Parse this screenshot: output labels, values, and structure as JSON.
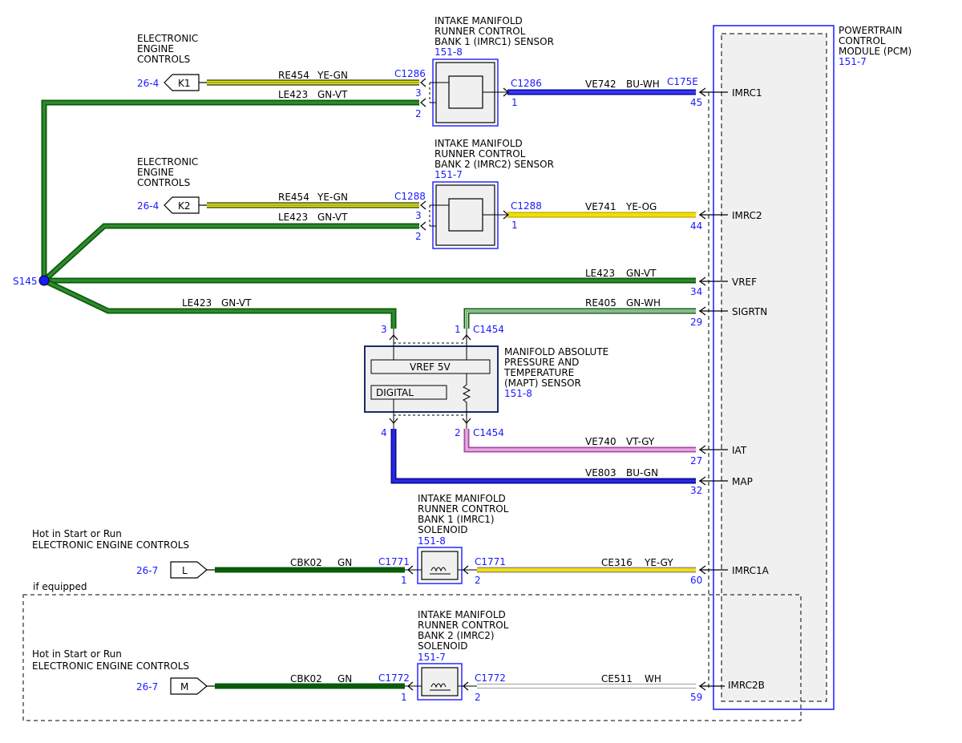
{
  "colors": {
    "green": "#1e7a1e",
    "green_dark": "#0b5a0b",
    "yellow": "#f0e000",
    "blue": "#1a1aff",
    "wire_blue": "#1414c8",
    "violet": "#d070c8",
    "white_wire": "#c8c8c8",
    "pcm_fill": "#f0f0f0"
  },
  "pcm": {
    "title": [
      "POWERTRAIN",
      "CONTROL",
      "MODULE (PCM)"
    ],
    "ref": "151-7",
    "pins": [
      {
        "label": "IMRC1",
        "pin": "45",
        "connector": "C175E"
      },
      {
        "label": "IMRC2",
        "pin": "44"
      },
      {
        "label": "VREF",
        "pin": "34"
      },
      {
        "label": "SIGRTN",
        "pin": "29"
      },
      {
        "label": "IAT",
        "pin": "27"
      },
      {
        "label": "MAP",
        "pin": "32"
      },
      {
        "label": "IMRC1A",
        "pin": "60"
      },
      {
        "label": "IMRC2B",
        "pin": "59"
      }
    ]
  },
  "imrc1_sensor": {
    "title": [
      "INTAKE MANIFOLD",
      "RUNNER CONTROL",
      "BANK 1 (IMRC1) SENSOR"
    ],
    "ref": "151-8",
    "connector": "C1286",
    "pins": [
      "3",
      "2",
      "1"
    ]
  },
  "imrc2_sensor": {
    "title": [
      "INTAKE MANIFOLD",
      "RUNNER CONTROL",
      "BANK 2 (IMRC2) SENSOR"
    ],
    "ref": "151-7",
    "connector": "C1288",
    "pins": [
      "3",
      "2",
      "1"
    ]
  },
  "mapt_sensor": {
    "title": [
      "MANIFOLD ABSOLUTE",
      "PRESSURE AND",
      "TEMPERATURE",
      "(MAPT) SENSOR"
    ],
    "ref": "151-8",
    "connector": "C1454",
    "vref_label": "VREF 5V",
    "digital_label": "DIGITAL",
    "pins": [
      "3",
      "1",
      "4",
      "2"
    ]
  },
  "imrc1_solenoid": {
    "title": [
      "INTAKE MANIFOLD",
      "RUNNER CONTROL",
      "BANK 1 (IMRC1)",
      "SOLENOID"
    ],
    "ref": "151-8",
    "connector": "C1771",
    "pins": [
      "1",
      "2"
    ]
  },
  "imrc2_solenoid": {
    "title": [
      "INTAKE MANIFOLD",
      "RUNNER CONTROL",
      "BANK 2 (IMRC2)",
      "SOLENOID"
    ],
    "ref": "151-7",
    "connector": "C1772",
    "pins": [
      "1",
      "2"
    ]
  },
  "ece_k1": {
    "title": [
      "ELECTRONIC",
      "ENGINE",
      "CONTROLS"
    ],
    "ref": "26-4",
    "tag": "K1"
  },
  "ece_k2": {
    "title": [
      "ELECTRONIC",
      "ENGINE",
      "CONTROLS"
    ],
    "ref": "26-4",
    "tag": "K2"
  },
  "ece_l": {
    "title": [
      "Hot in Start or Run",
      "ELECTRONIC ENGINE CONTROLS"
    ],
    "ref": "26-7",
    "tag": "L"
  },
  "ece_m": {
    "title": [
      "Hot in Start or Run",
      "ELECTRONIC ENGINE CONTROLS"
    ],
    "ref": "26-7",
    "tag": "M"
  },
  "splice": "S145",
  "if_equipped": "if equipped",
  "wires": {
    "k1_re454": {
      "circuit": "RE454",
      "color": "YE-GN"
    },
    "imrc1_le423": {
      "circuit": "LE423",
      "color": "GN-VT"
    },
    "imrc1_ve742": {
      "circuit": "VE742",
      "color": "BU-WH"
    },
    "k2_re454": {
      "circuit": "RE454",
      "color": "YE-GN"
    },
    "imrc2_le423": {
      "circuit": "LE423",
      "color": "GN-VT"
    },
    "imrc2_ve741": {
      "circuit": "VE741",
      "color": "YE-OG"
    },
    "vref_le423": {
      "circuit": "LE423",
      "color": "GN-VT"
    },
    "mapt_le423": {
      "circuit": "LE423",
      "color": "GN-VT"
    },
    "sigrtn_re405": {
      "circuit": "RE405",
      "color": "GN-WH"
    },
    "iat_ve740": {
      "circuit": "VE740",
      "color": "VT-GY"
    },
    "map_ve803": {
      "circuit": "VE803",
      "color": "BU-GN"
    },
    "l_cbk02": {
      "circuit": "CBK02",
      "color": "GN"
    },
    "imrc1a_ce316": {
      "circuit": "CE316",
      "color": "YE-GY"
    },
    "m_cbk02": {
      "circuit": "CBK02",
      "color": "GN"
    },
    "imrc2b_ce511": {
      "circuit": "CE511",
      "color": "WH"
    }
  }
}
